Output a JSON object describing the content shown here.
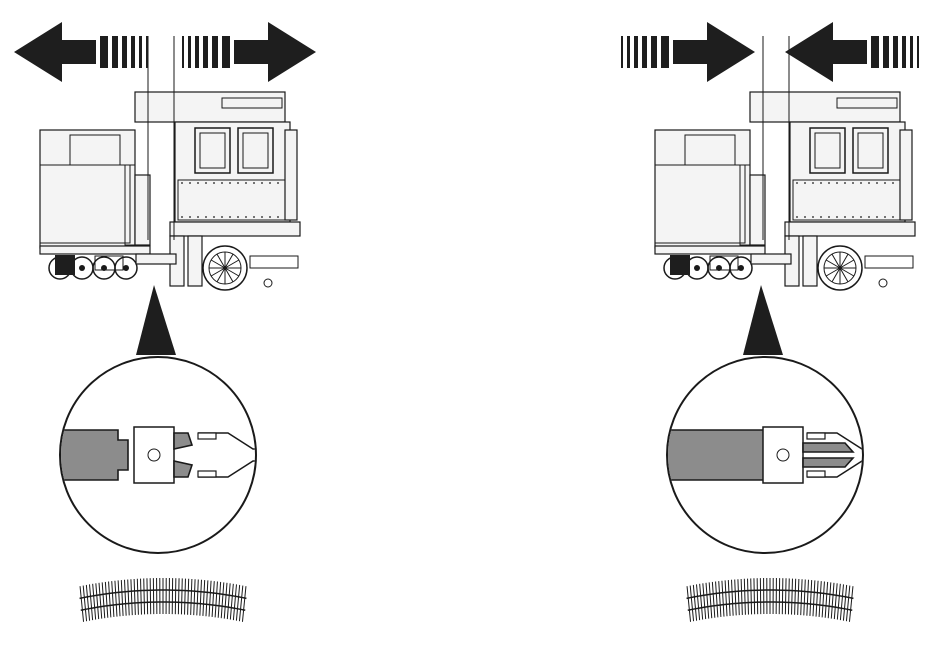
{
  "figure": {
    "panels": [
      {
        "id": "left",
        "motion": "apart",
        "coupler_state": "open"
      },
      {
        "id": "right",
        "motion": "together",
        "coupler_state": "closed"
      }
    ],
    "icons": {
      "arrow": "arrow-icon",
      "track": "curved-track-icon"
    },
    "colors": {
      "ink": "#1a1a1a",
      "coupler_grey": "#8c8c8c",
      "background": "#ffffff"
    }
  }
}
